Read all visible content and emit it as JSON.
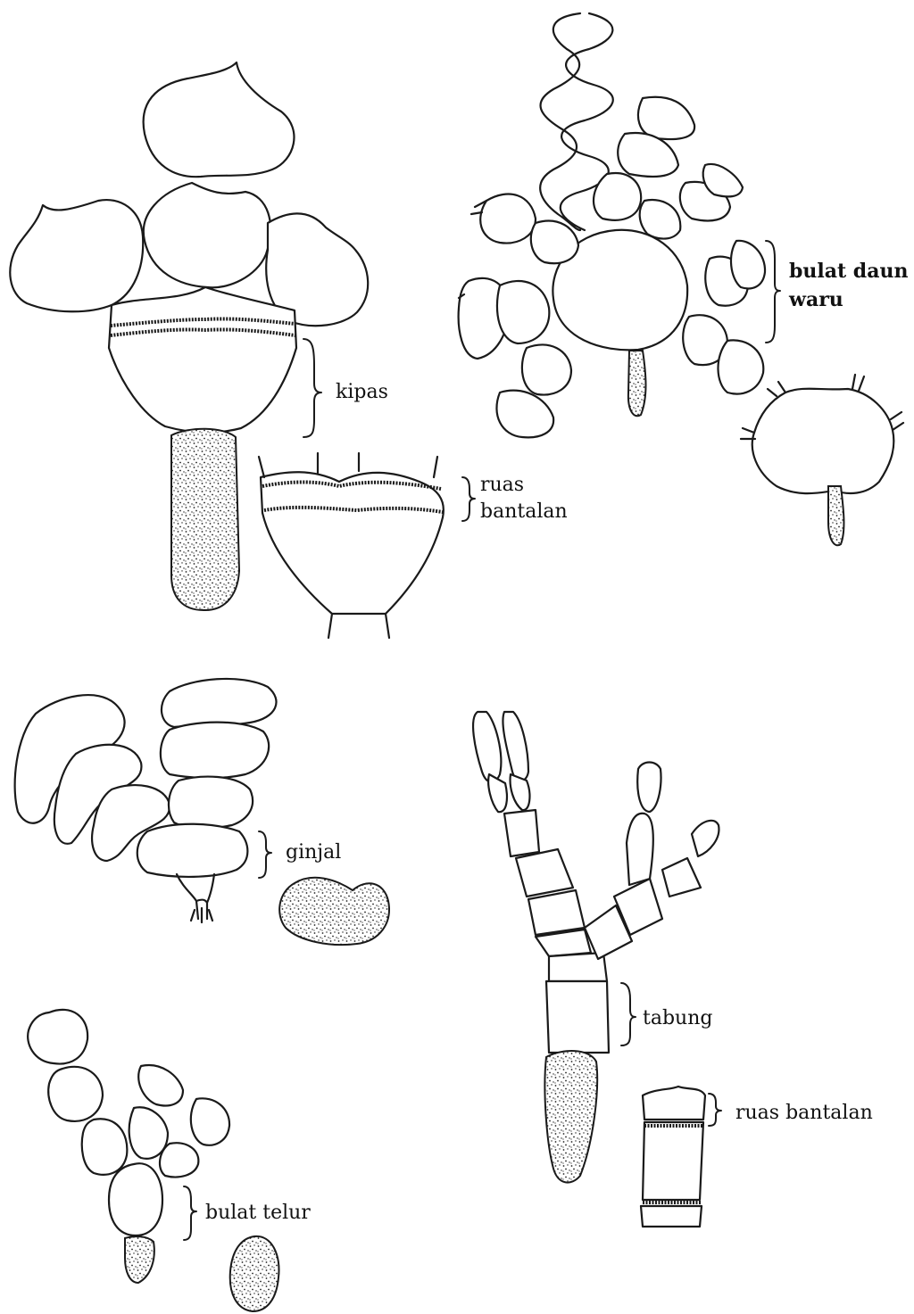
{
  "labels": {
    "kipas": "kipas",
    "ruas_bantalan_1_line1": "ruas",
    "ruas_bantalan_1_line2": "bantalan",
    "bulat_daun_line1": "bulat daun",
    "bulat_daun_line2": "waru",
    "ginjal": "ginjal",
    "bulat_telur": "bulat telur",
    "tabung": "tabung",
    "ruas_bantalan_2": "ruas bantalan"
  }
}
